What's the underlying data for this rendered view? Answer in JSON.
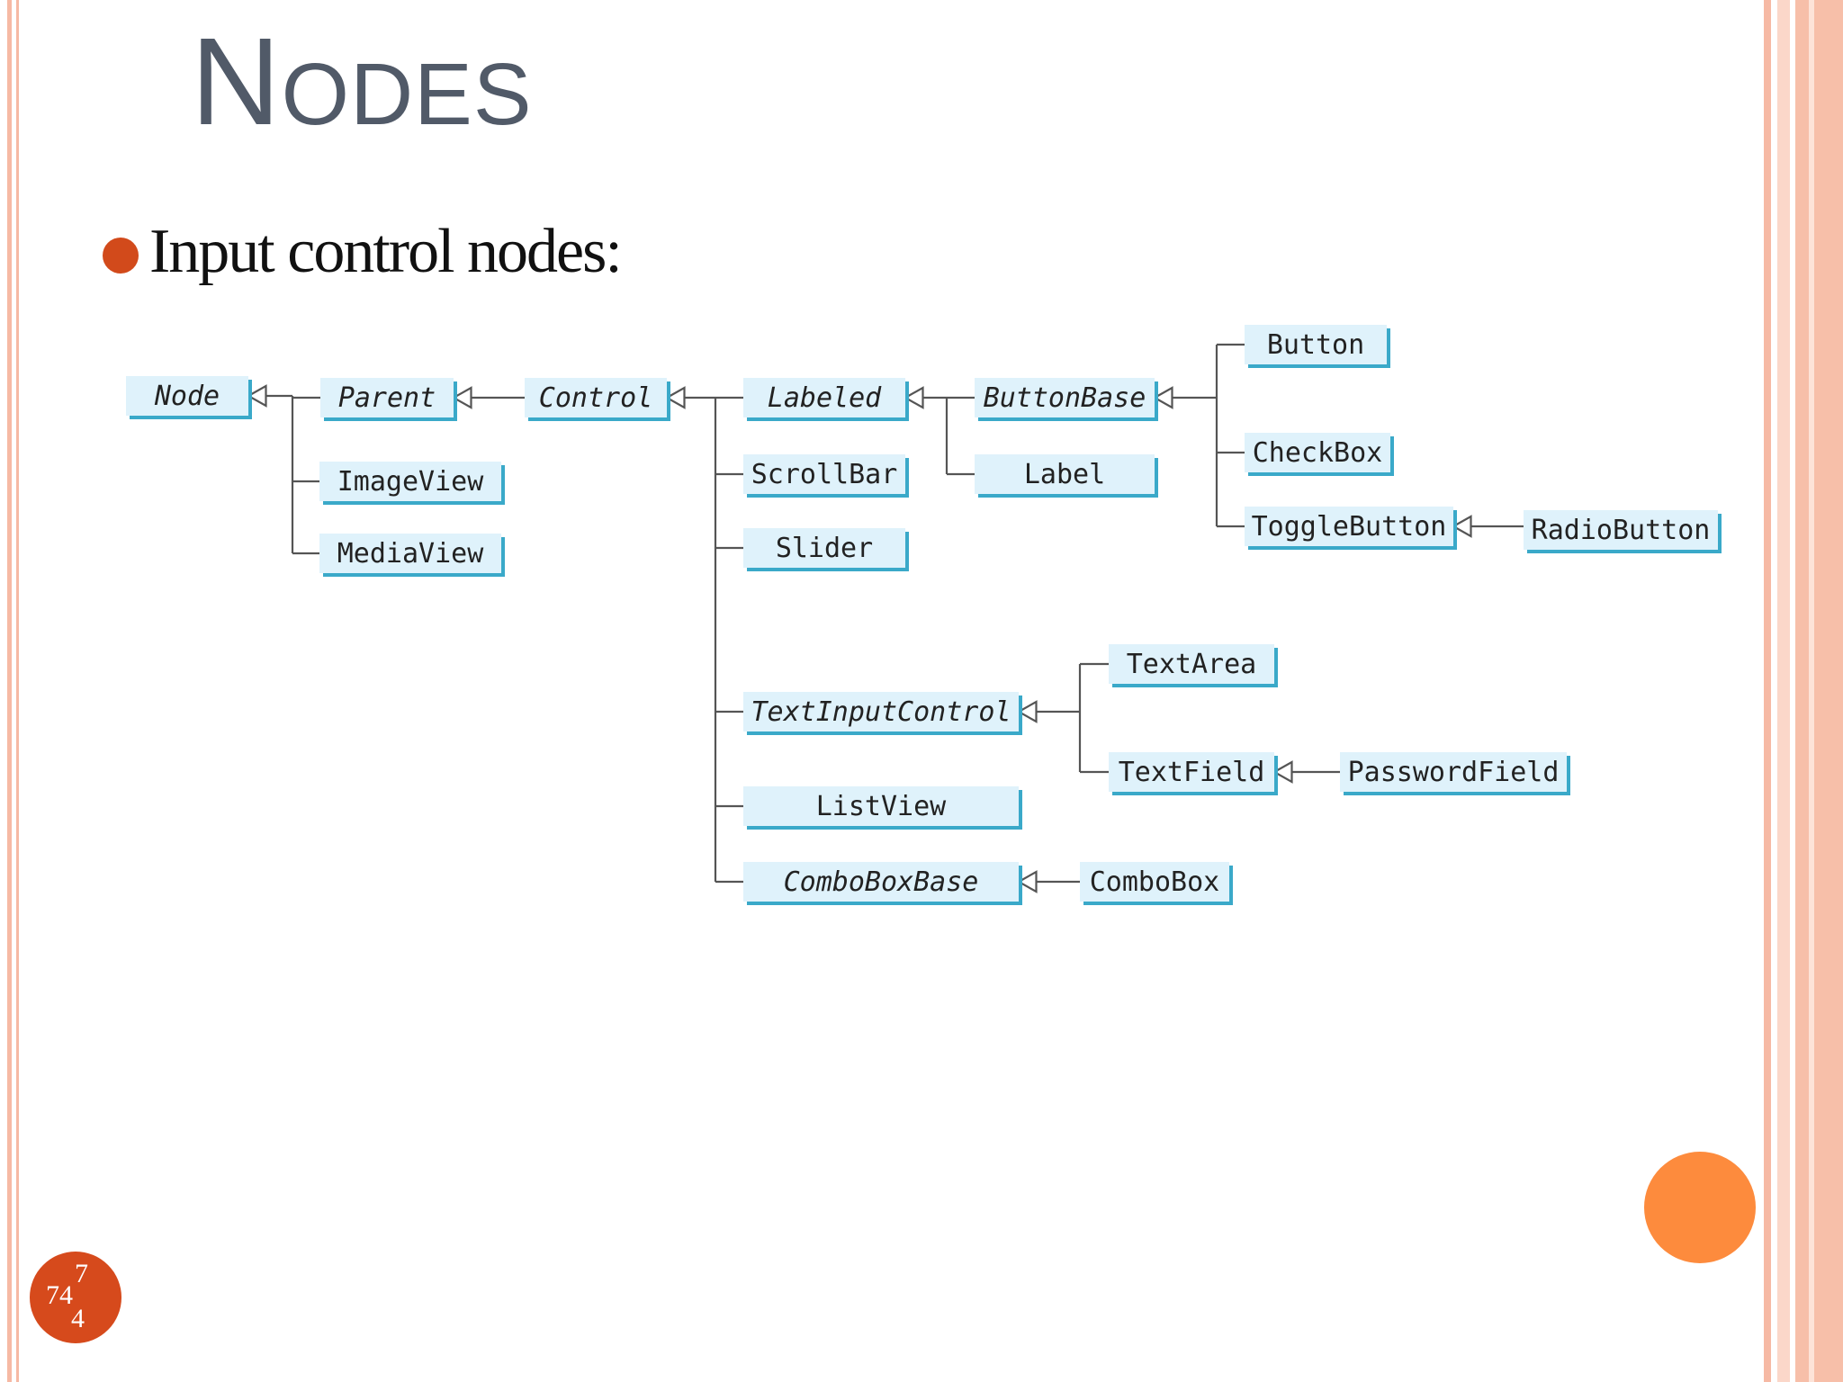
{
  "slide": {
    "title": "Nodes",
    "bullet": "Input control nodes:",
    "page_number": {
      "line1": "7",
      "line2": "74",
      "line3": "4"
    }
  },
  "diagram": {
    "nodes": [
      {
        "id": "node",
        "label": "Node",
        "abstract": true
      },
      {
        "id": "parent",
        "label": "Parent",
        "abstract": true
      },
      {
        "id": "control",
        "label": "Control",
        "abstract": true
      },
      {
        "id": "labeled",
        "label": "Labeled",
        "abstract": true
      },
      {
        "id": "buttonbase",
        "label": "ButtonBase",
        "abstract": true
      },
      {
        "id": "button",
        "label": "Button",
        "abstract": false
      },
      {
        "id": "checkbox",
        "label": "CheckBox",
        "abstract": false
      },
      {
        "id": "togglebutton",
        "label": "ToggleButton",
        "abstract": false
      },
      {
        "id": "radiobutton",
        "label": "RadioButton",
        "abstract": false
      },
      {
        "id": "imageview",
        "label": "ImageView",
        "abstract": false
      },
      {
        "id": "mediaview",
        "label": "MediaView",
        "abstract": false
      },
      {
        "id": "scrollbar",
        "label": "ScrollBar",
        "abstract": false
      },
      {
        "id": "slider",
        "label": "Slider",
        "abstract": false
      },
      {
        "id": "label",
        "label": "Label",
        "abstract": false
      },
      {
        "id": "textinputcontrol",
        "label": "TextInputControl",
        "abstract": true
      },
      {
        "id": "textarea",
        "label": "TextArea",
        "abstract": false
      },
      {
        "id": "textfield",
        "label": "TextField",
        "abstract": false
      },
      {
        "id": "passwordfield",
        "label": "PasswordField",
        "abstract": false
      },
      {
        "id": "listview",
        "label": "ListView",
        "abstract": false
      },
      {
        "id": "comboboxbase",
        "label": "ComboBoxBase",
        "abstract": true
      },
      {
        "id": "combobox",
        "label": "ComboBox",
        "abstract": false
      }
    ],
    "edges": [
      {
        "from": "parent",
        "to": "node"
      },
      {
        "from": "imageview",
        "to": "node"
      },
      {
        "from": "mediaview",
        "to": "node"
      },
      {
        "from": "control",
        "to": "parent"
      },
      {
        "from": "labeled",
        "to": "control"
      },
      {
        "from": "scrollbar",
        "to": "control"
      },
      {
        "from": "slider",
        "to": "control"
      },
      {
        "from": "textinputcontrol",
        "to": "control"
      },
      {
        "from": "listview",
        "to": "control"
      },
      {
        "from": "comboboxbase",
        "to": "control"
      },
      {
        "from": "buttonbase",
        "to": "labeled"
      },
      {
        "from": "label",
        "to": "labeled"
      },
      {
        "from": "button",
        "to": "buttonbase"
      },
      {
        "from": "checkbox",
        "to": "buttonbase"
      },
      {
        "from": "togglebutton",
        "to": "buttonbase"
      },
      {
        "from": "radiobutton",
        "to": "togglebutton"
      },
      {
        "from": "textarea",
        "to": "textinputcontrol"
      },
      {
        "from": "textfield",
        "to": "textinputcontrol"
      },
      {
        "from": "passwordfield",
        "to": "textfield"
      },
      {
        "from": "combobox",
        "to": "comboboxbase"
      }
    ]
  },
  "colors": {
    "title": "#515a68",
    "bullet": "#d24a1b",
    "node_fill": "#dff2fb",
    "node_shadow": "#3aa9c9",
    "accent_circle": "#fd8b3d",
    "page_badge": "#d64a1c"
  }
}
